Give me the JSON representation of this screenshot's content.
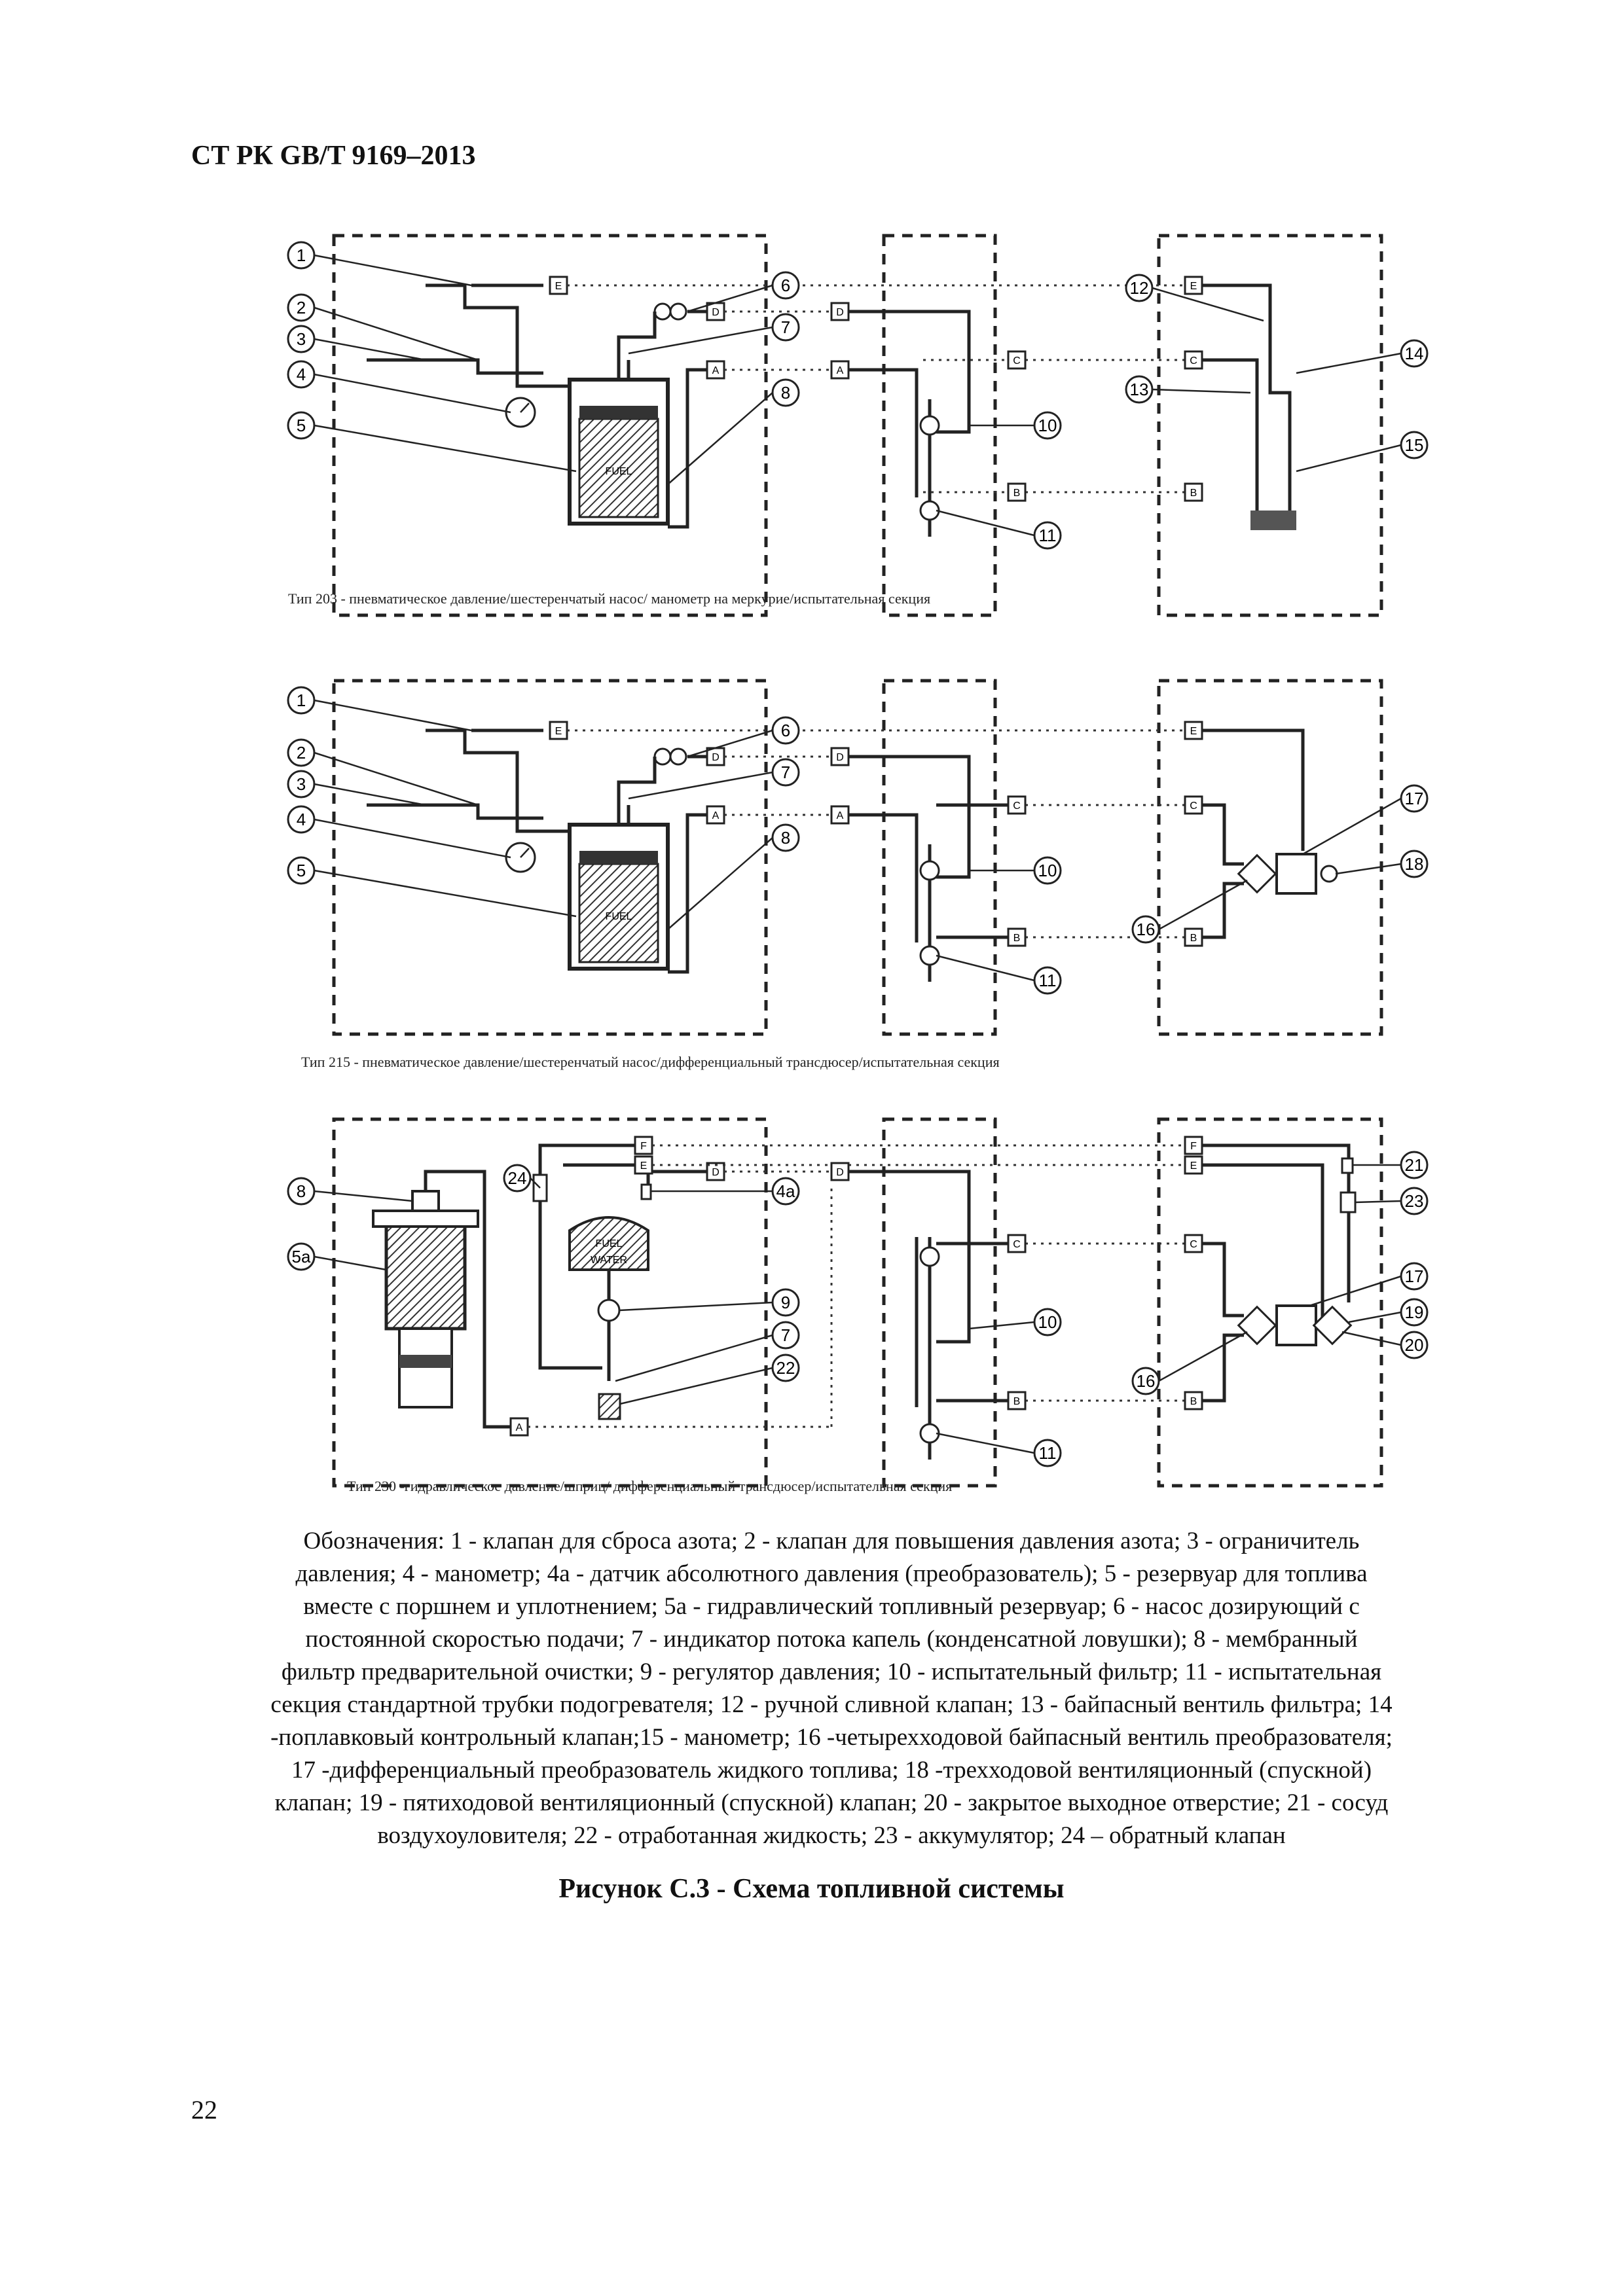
{
  "header": "СТ РК GB/T 9169–2013",
  "figures": [
    {
      "caption": "Тип 203 - пневматическое давление/шестеренчатый насос/ манометр на меркурие/испытательная секция",
      "left_callouts": [
        "1",
        "2",
        "3",
        "4",
        "5"
      ],
      "mid_callouts": [
        "6",
        "7",
        "8"
      ],
      "center_callouts": [
        "10",
        "11"
      ],
      "right_callouts": [
        "12",
        "13",
        "14",
        "15"
      ],
      "tags_left": [
        "E",
        "D",
        "A"
      ],
      "tags_center": [
        "D",
        "A",
        "C",
        "B"
      ],
      "tags_right": [
        "E",
        "C",
        "B"
      ],
      "fuel_label": "FUEL"
    },
    {
      "caption": "Тип 215 - пневматическое давление/шестеренчатый насос/дифференциальный трансдюсер/испытательная секция",
      "left_callouts": [
        "1",
        "2",
        "3",
        "4",
        "5"
      ],
      "mid_callouts": [
        "6",
        "7",
        "8"
      ],
      "center_callouts": [
        "10",
        "11"
      ],
      "right_callouts": [
        "17",
        "18",
        "16"
      ],
      "tags_left": [
        "E",
        "D",
        "A"
      ],
      "tags_center": [
        "D",
        "A",
        "C",
        "B"
      ],
      "tags_right": [
        "E",
        "C",
        "B"
      ],
      "fuel_label": "FUEL"
    },
    {
      "caption": "Тип 230 -гидравлическое давление/шприц/ дифференциальный трансдюсер/испытательная секция",
      "left_callouts": [
        "8",
        "5a"
      ],
      "mid_callouts": [
        "24",
        "4a",
        "9",
        "7",
        "22"
      ],
      "center_callouts": [
        "10",
        "11"
      ],
      "right_callouts": [
        "21",
        "23",
        "17",
        "19",
        "20",
        "16"
      ],
      "tags_left": [
        "F",
        "E",
        "D",
        "A"
      ],
      "tags_center": [
        "D",
        "C",
        "B"
      ],
      "tags_right": [
        "F",
        "E",
        "C",
        "B"
      ],
      "fuel_label": "FUEL",
      "water_label": "WATER"
    }
  ],
  "legend": [
    {
      "num": "",
      "text": "Обозначения: 1 - клапан для сброса азота; 2 - клапан для повышения давления азота; 3 - ограничитель"
    },
    {
      "num": "",
      "text": "давления; 4 - манометр; 4а - датчик абсолютного давления (преобразователь); 5 - резервуар для топлива"
    },
    {
      "num": "",
      "text": "вместе с поршнем и уплотнением; 5а - гидравлический топливный резервуар; 6 - насос дозирующий с"
    },
    {
      "num": "",
      "text": "постоянной скоростью подачи; 7 - индикатор потока капель (конденсатной ловушки); 8 - мембранный"
    },
    {
      "num": "",
      "text": "фильтр предварительной очистки; 9 - регулятор давления; 10 - испытательный фильтр; 11 - испытательная"
    },
    {
      "num": "",
      "text": "секция стандартной трубки подогревателя; 12 - ручной сливной клапан; 13 - байпасный вентиль фильтра; 14"
    },
    {
      "num": "",
      "text": "-поплавковый контрольный клапан;15 - манометр; 16 -четырехходовой байпасный вентиль преобразователя;"
    },
    {
      "num": "",
      "text": "17 -дифференциальный преобразователь жидкого топлива; 18 -трехходовой вентиляционный (спускной)"
    },
    {
      "num": "",
      "text": "клапан; 19 - пятиходовой вентиляционный (спускной) клапан; 20 - закрытое выходное отверстие; 21 - сосуд"
    },
    {
      "num": "",
      "text": "воздухоуловителя; 22 - отработанная жидкость; 23 - аккумулятор; 24 – обратный клапан"
    }
  ],
  "figure_title": "Рисунок С.3 - Схема топливной системы",
  "page_number": "22"
}
